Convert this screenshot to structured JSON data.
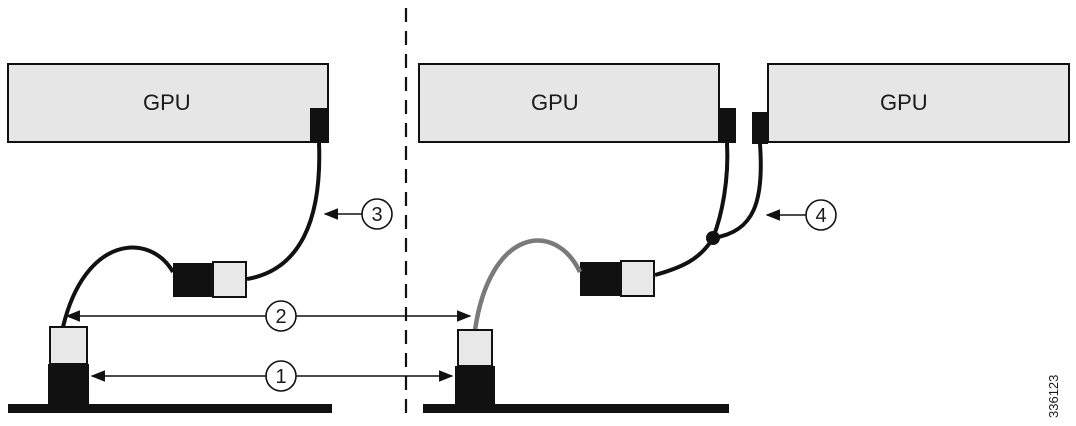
{
  "gpus": [
    {
      "label": "GPU"
    },
    {
      "label": "GPU"
    },
    {
      "label": "GPU"
    }
  ],
  "callouts": [
    {
      "number": "1"
    },
    {
      "number": "2"
    },
    {
      "number": "3"
    },
    {
      "number": "4"
    }
  ],
  "figure_id": "336123",
  "colors": {
    "gpu_fill": "#e6e6e6",
    "connector_black": "#111111",
    "connector_light": "#e8e8e8",
    "cable_black": "#111111",
    "cable_gray": "#7a7a7a",
    "line": "#111111"
  }
}
